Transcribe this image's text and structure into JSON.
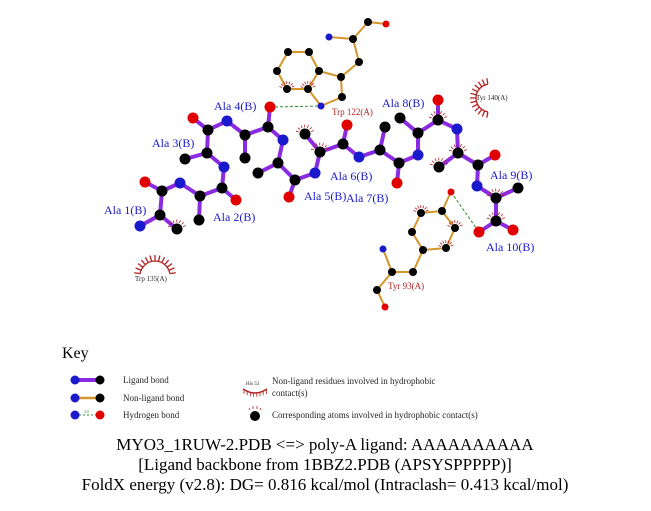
{
  "colors": {
    "ligand_bond": "#8a2be2",
    "nonligand_bond": "#d4952a",
    "carbon": "#000000",
    "nitrogen": "#1a1acc",
    "oxygen": "#e00000",
    "hbond": "#2e8b2e",
    "hydrophobic": "#b22222"
  },
  "ligand_residues": [
    "Ala 1(B)",
    "Ala 2(B)",
    "Ala 3(B)",
    "Ala 4(B)",
    "Ala 5(B)",
    "Ala 6(B)",
    "Ala 7(B)",
    "Ala 8(B)",
    "Ala 9(B)",
    "Ala 10(B)"
  ],
  "interacting_residues": [
    "Trp 122(A)",
    "Tyr 93(A)"
  ],
  "hydrophobic_residues": [
    "Tyr 140(A)",
    "Trp 135(A)"
  ],
  "key": {
    "title": "Key",
    "ligand_bond": "Ligand bond",
    "nonligand_bond": "Non-ligand bond",
    "hydrogen_bond": "Hydrogen bond",
    "hbond_length": "3.0",
    "hydrophobic_example": "His 53",
    "hydrophobic_residues_line1": "Non-ligand residues involved in hydrophobic",
    "hydrophobic_residues_line2": "contact(s)",
    "hydrophobic_atoms": "Corresponding atoms involved in hydrophobic contact(s)"
  },
  "caption": {
    "line1": "MYO3_1RUW-2.PDB <=> poly-A ligand: AAAAAAAAAA",
    "line2": "[Ligand backbone from 1BBZ2.PDB (APSYSPPPPP)]",
    "line3": "FoldX energy (v2.8): DG= 0.816 kcal/mol (Intraclash= 0.413 kcal/mol)"
  }
}
